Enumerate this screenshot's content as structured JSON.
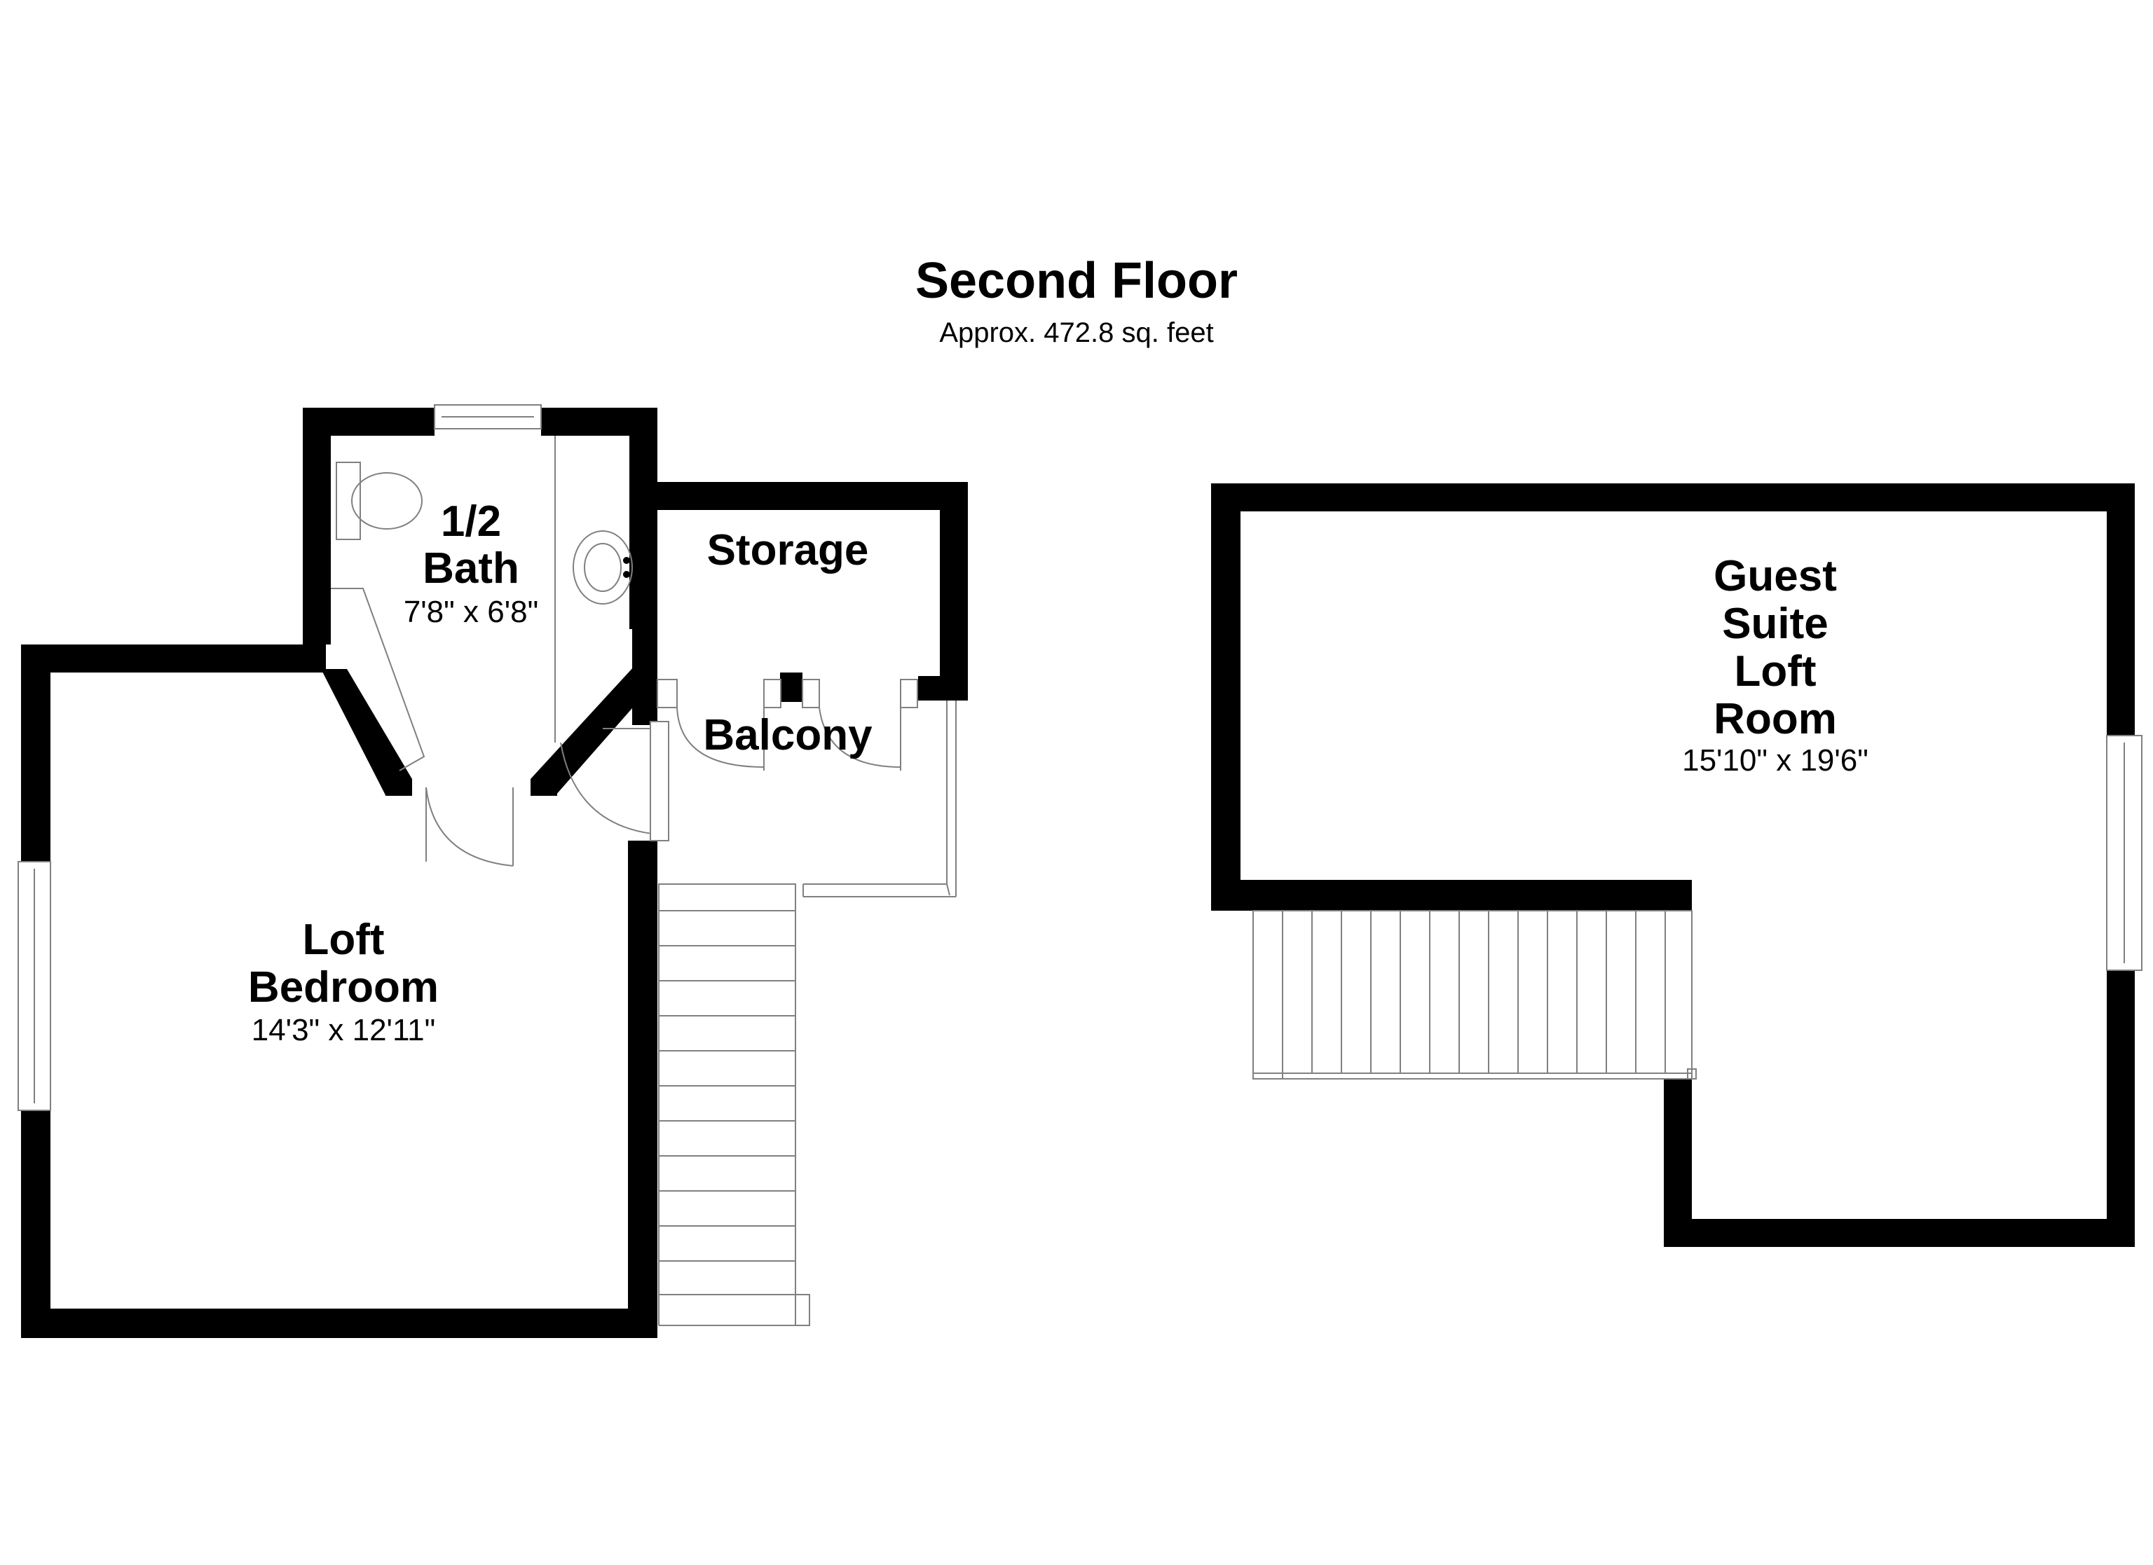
{
  "header": {
    "floor_title": "Second Floor",
    "floor_area": "Approx. 472.8 sq. feet"
  },
  "rooms": {
    "half_bath": {
      "name_lines": [
        "1/2",
        "Bath"
      ],
      "dimensions": "7'8\" x 6'8\""
    },
    "storage": {
      "name_lines": [
        "Storage"
      ]
    },
    "balcony": {
      "name_lines": [
        "Balcony"
      ]
    },
    "loft_bedroom": {
      "name_lines": [
        "Loft",
        "Bedroom"
      ],
      "dimensions": "14'3\" x 12'11\""
    },
    "guest_suite": {
      "name_lines": [
        "Guest",
        "Suite",
        "Loft",
        "Room"
      ],
      "dimensions": "15'10\" x 19'6\""
    }
  },
  "colors": {
    "wall": "#000000",
    "fixture_line": "#808080",
    "background": "#ffffff"
  }
}
